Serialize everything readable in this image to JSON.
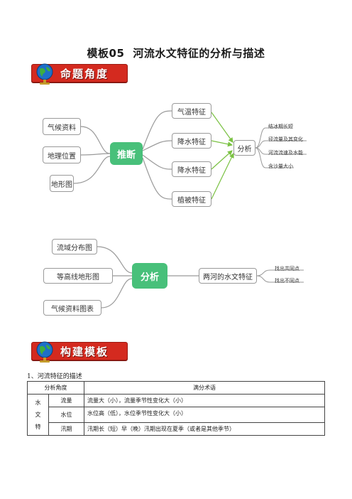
{
  "title": {
    "number": "模板05",
    "text": "河流水文特征的分析与描述"
  },
  "banner1": {
    "label": "命题角度",
    "icon": "globe-icon"
  },
  "banner2": {
    "label": "构建模板",
    "icon": "globe-icon"
  },
  "map1": {
    "center": "推断",
    "inputs": [
      "气候资料",
      "地理位置",
      "地形图"
    ],
    "features": [
      "气温特征",
      "降水特征",
      "降水特征",
      "植被特征"
    ],
    "result": "分析",
    "leaves": [
      "结冰期长短",
      "径流量及其变化",
      "河流流速及水能",
      "含沙量大小"
    ]
  },
  "map2": {
    "center": "分析",
    "inputs": [
      "流域分布图",
      "等高线地形图",
      "气候资料图表"
    ],
    "result": "两河的水文特征",
    "leaves": [
      "找出共同点",
      "找出不同点"
    ]
  },
  "section": {
    "heading": "1、河流特征的描述",
    "col1": "分析角度",
    "col2": "满分术语",
    "group": [
      "水",
      "文",
      "特"
    ],
    "rows": [
      {
        "aspect": "流量",
        "term": "流量大（小），流量季节性变化大（小）"
      },
      {
        "aspect": "水位",
        "term": "水位高（低），水位季节性变化大（小）"
      },
      {
        "aspect": "汛期",
        "term": "汛期长（短）早（晚）汛期出现在夏季（或者是其他季节）"
      }
    ]
  },
  "colors": {
    "accent_green": "#48c07a",
    "banner_red": "#d42a1f",
    "arrow_green": "#7ac142"
  }
}
